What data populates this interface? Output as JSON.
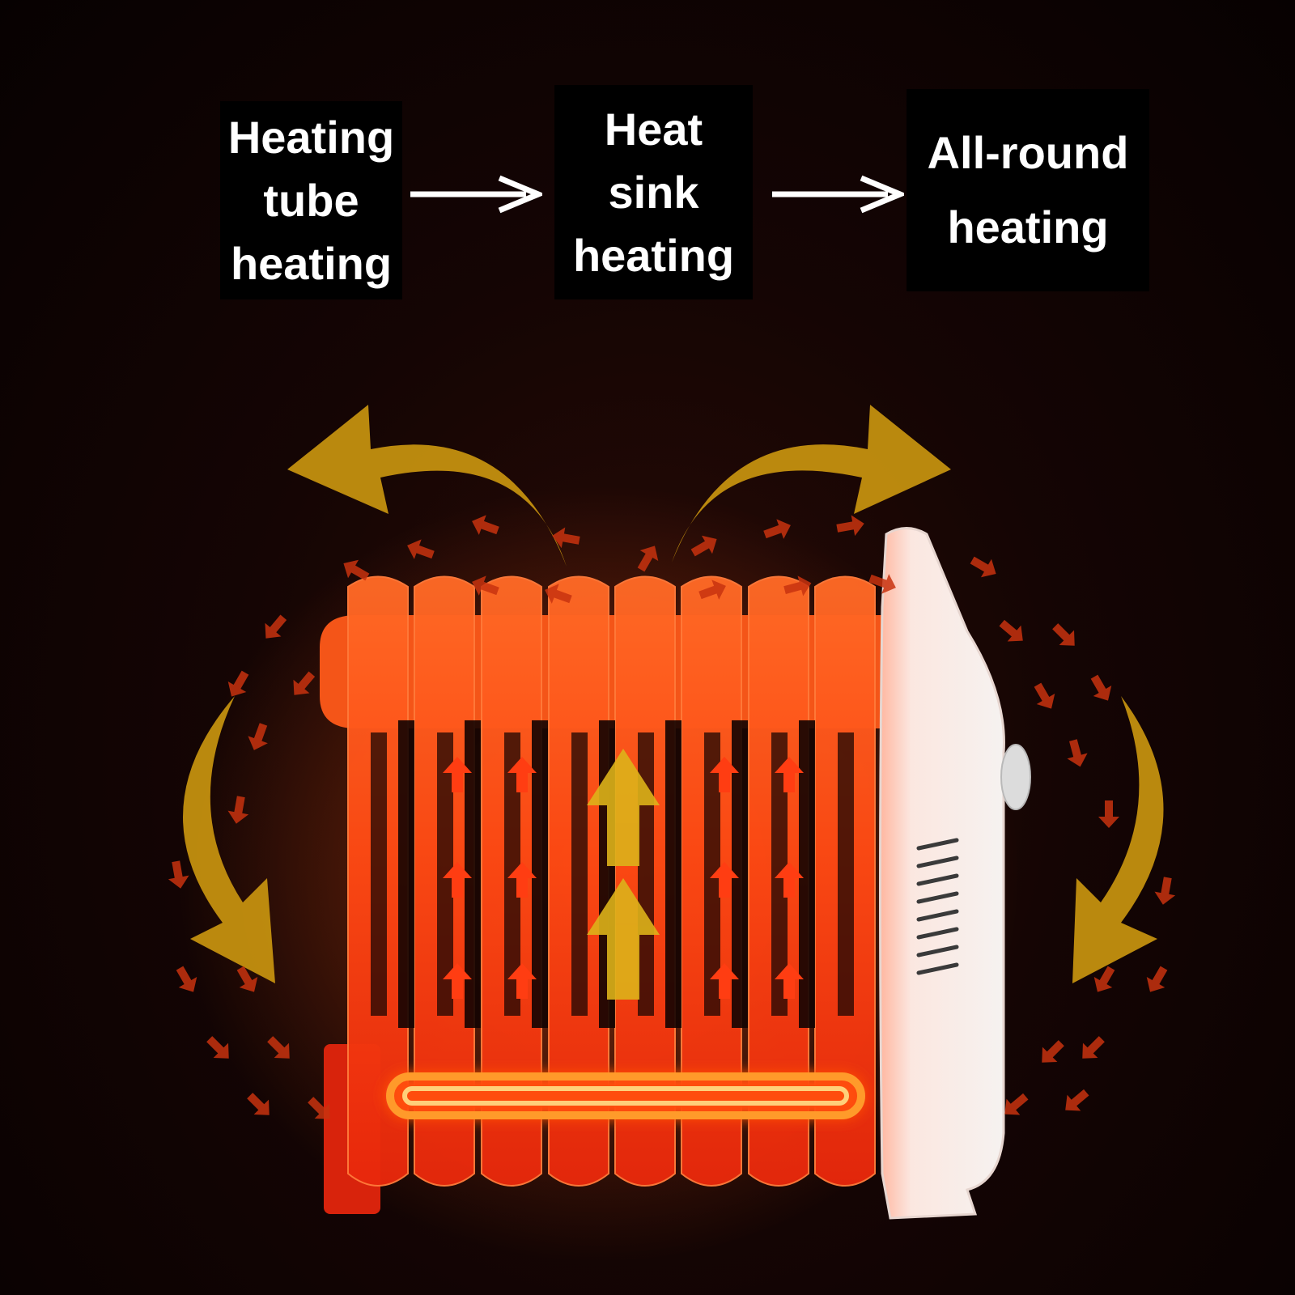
{
  "steps": [
    {
      "line1": "Heating",
      "line2": "tube",
      "line3": "heating"
    },
    {
      "line1": "Heat",
      "line2": "sink",
      "line3": "heating"
    },
    {
      "line1": "All-round",
      "line2": "heating"
    }
  ],
  "colors": {
    "background": "#0b0302",
    "radiator": "#ff5a1a",
    "radiator_dark": "#c4200a",
    "heating_tube": "#ffb347",
    "airflow_arrow": "#c9950f",
    "small_arrow": "#d43a12",
    "control_panel": "#f4f0ee",
    "label_text": "#ffffff"
  },
  "icons": [
    "right-arrow-icon",
    "curved-arrow-icon",
    "up-arrow-icon",
    "heating-tube-icon",
    "radiator-icon"
  ]
}
